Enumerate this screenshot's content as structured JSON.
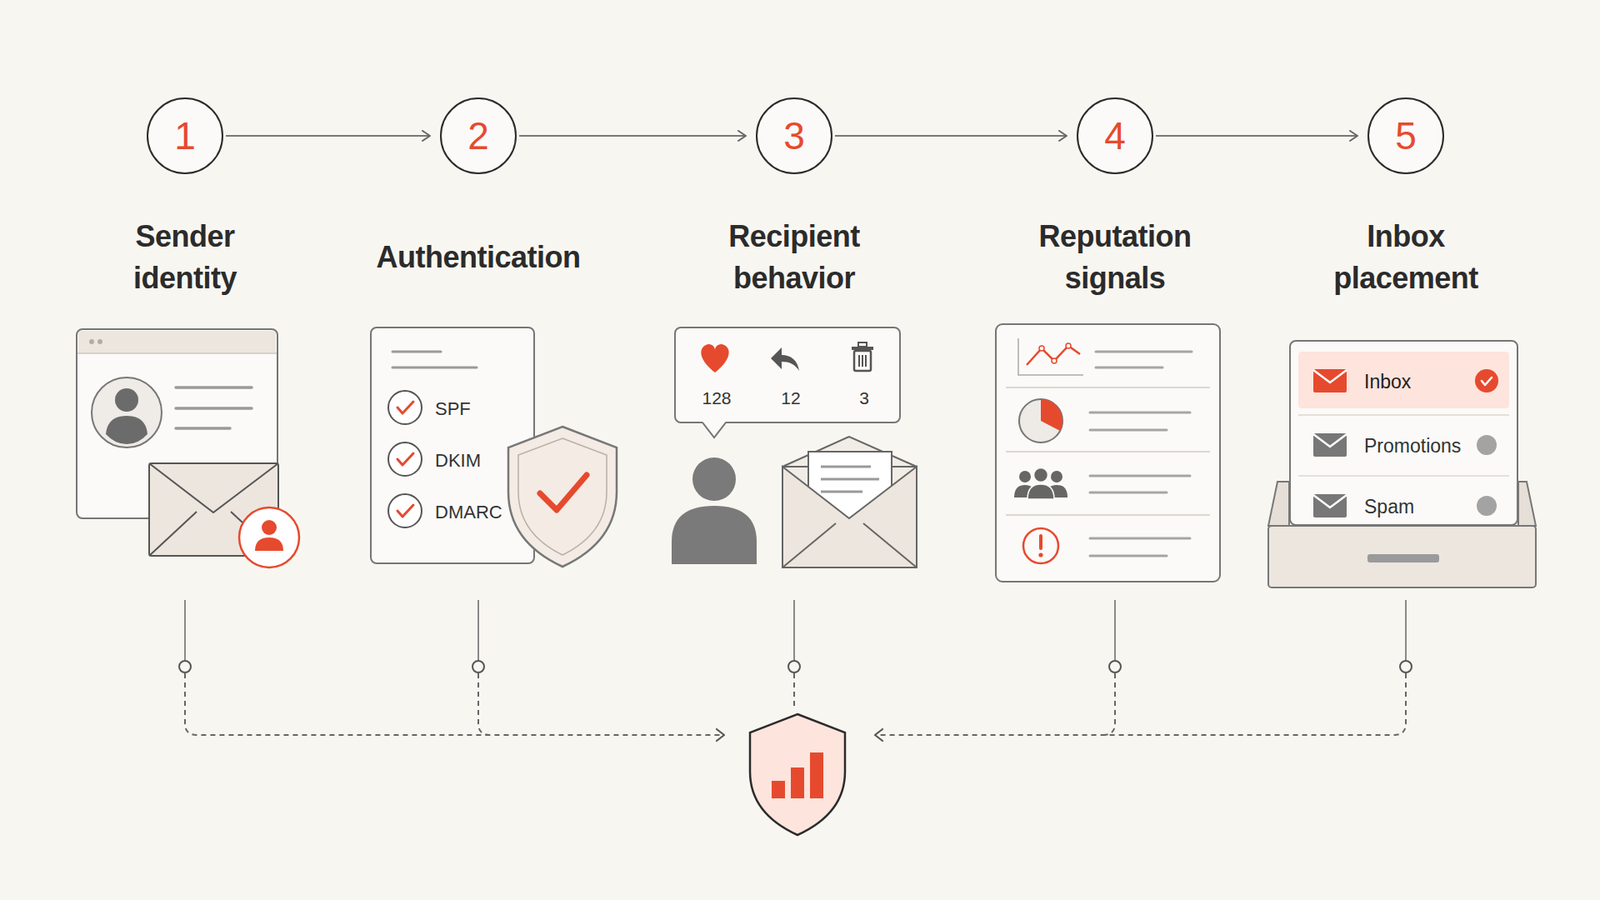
{
  "diagram": {
    "nodes": [
      {
        "text": [
          "1",
          "Sender identity"
        ]
      },
      {
        "text": [
          "2",
          "Authentication"
        ]
      },
      {
        "text": [
          "3",
          "Recipient behavior"
        ]
      },
      {
        "text": [
          "4",
          "Reputation signals"
        ]
      },
      {
        "text": [
          "5",
          "Inbox placement"
        ]
      },
      {
        "text": [
          "SPF",
          "DKIM",
          "DMARC"
        ]
      },
      {
        "text": [
          "128",
          "12",
          "3"
        ]
      },
      {
        "text": [
          "Inbox",
          "Promotions",
          "Spam"
        ]
      }
    ],
    "edges": [
      {
        "from": 0,
        "to": 1,
        "arrow": "to"
      },
      {
        "from": 1,
        "to": 2,
        "arrow": "to"
      },
      {
        "from": 2,
        "to": 3,
        "arrow": "to"
      },
      {
        "from": 3,
        "to": 4,
        "arrow": "to"
      }
    ]
  }
}
